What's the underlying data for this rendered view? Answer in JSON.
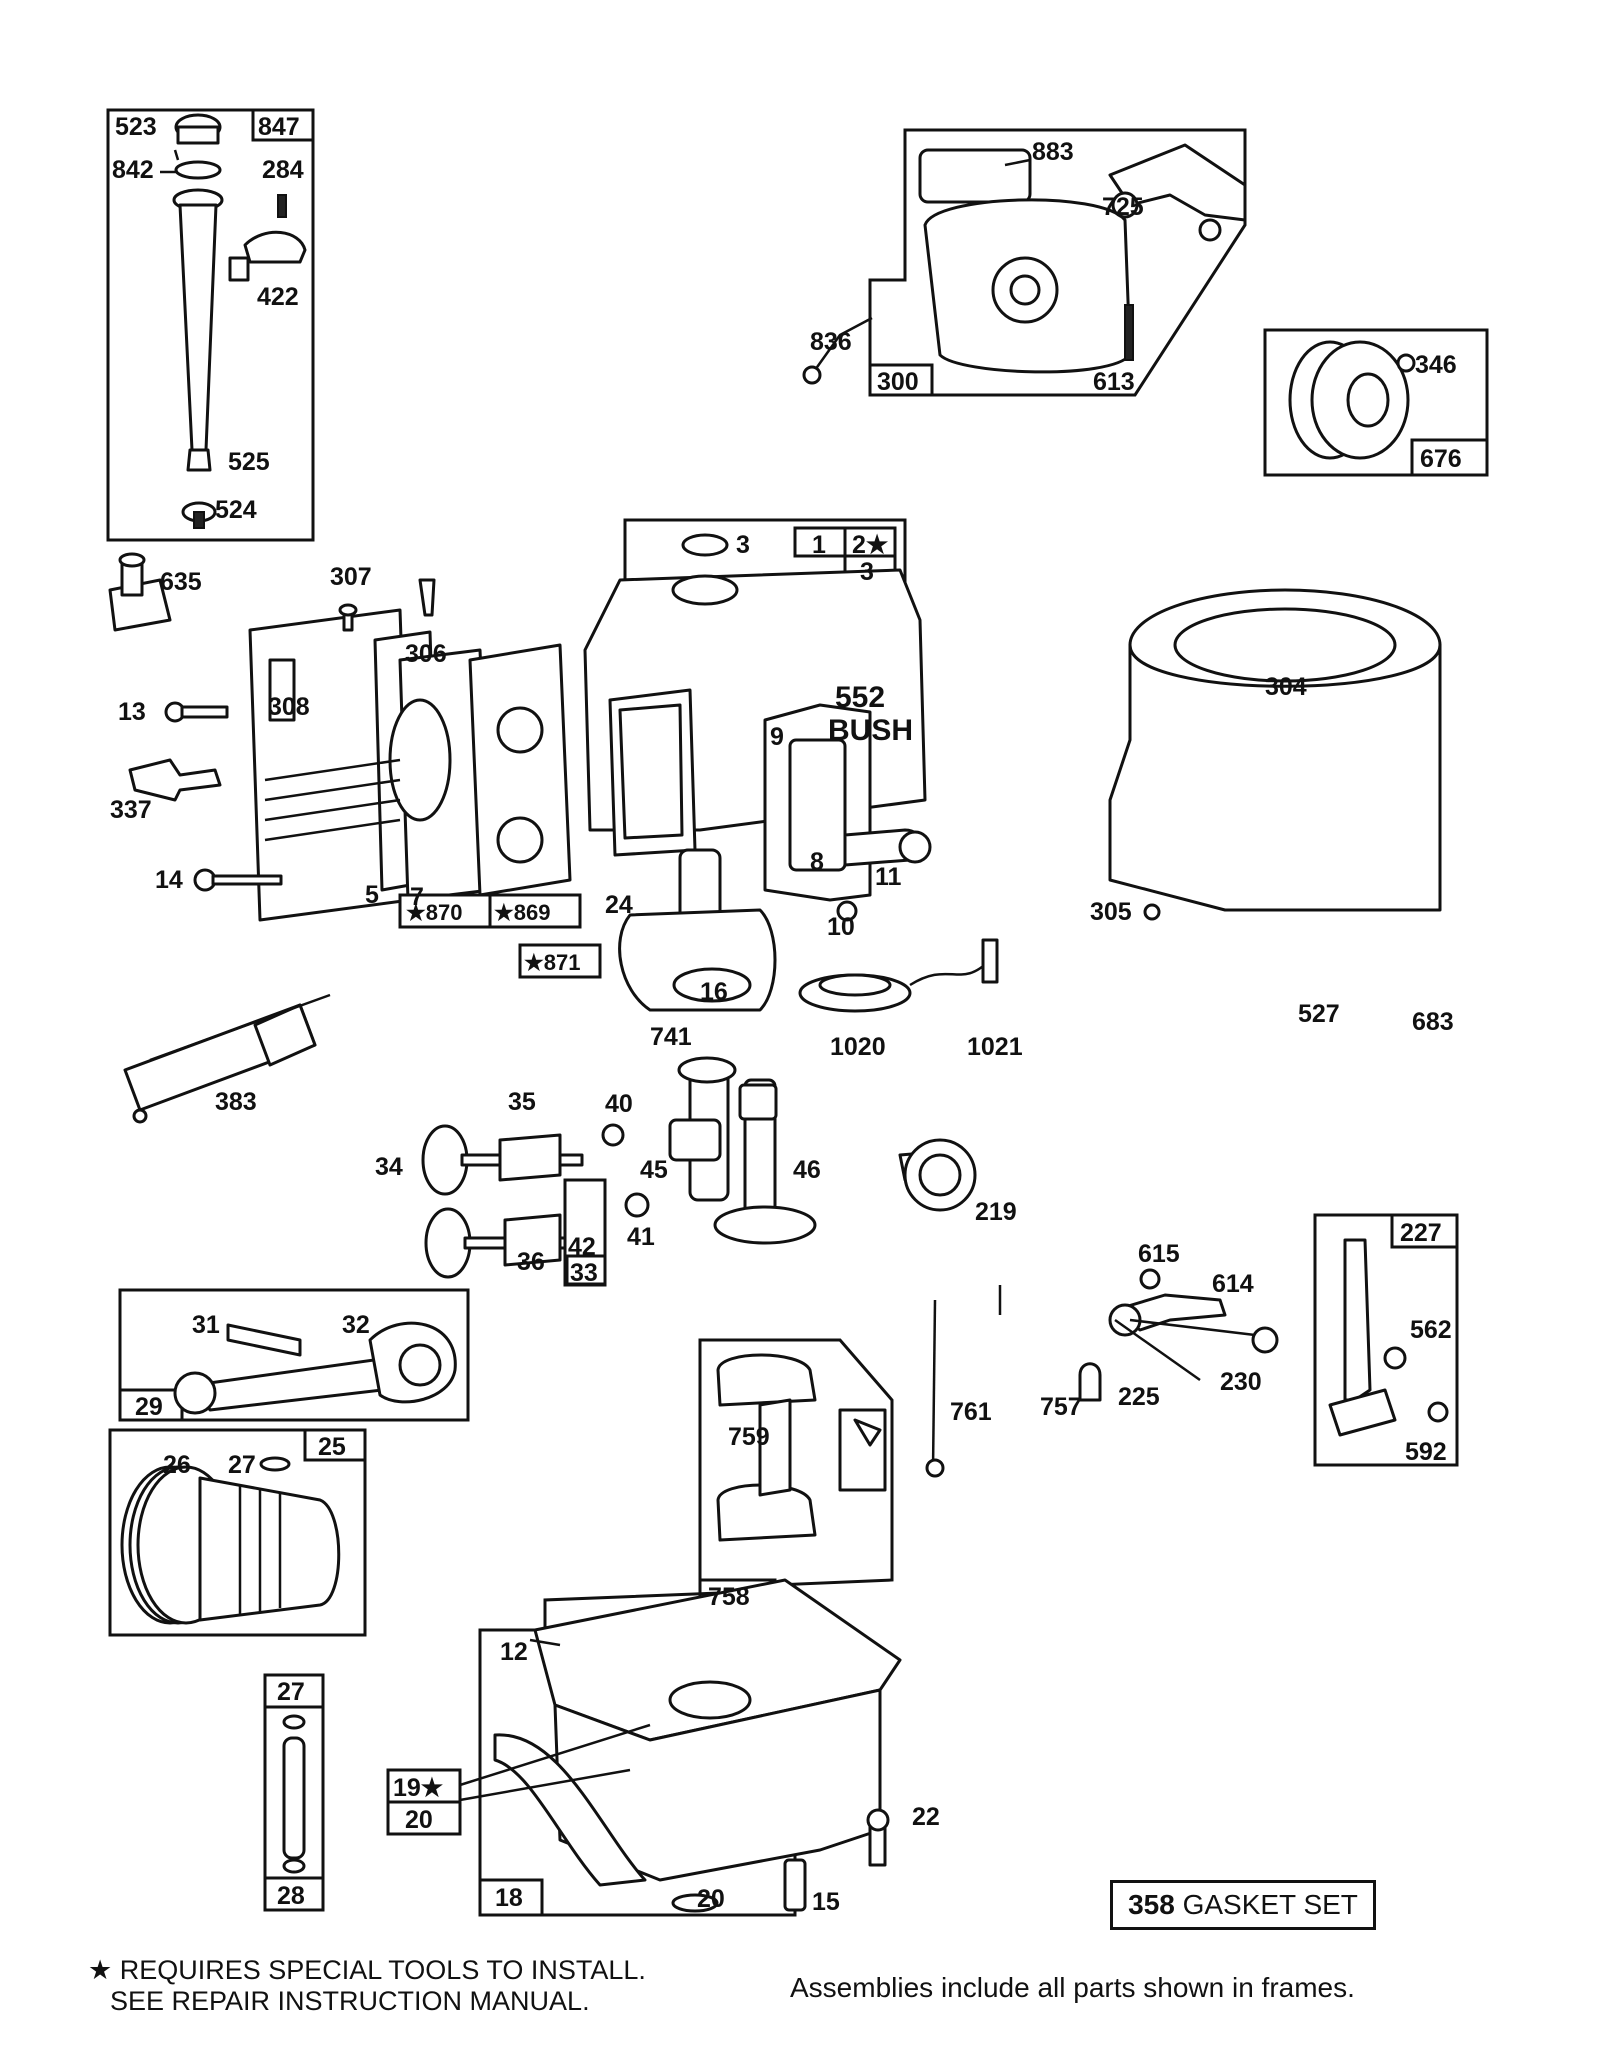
{
  "diagram": {
    "callouts": [
      "523",
      "847",
      "842",
      "284",
      "422",
      "525",
      "524",
      "883",
      "725",
      "836",
      "300",
      "613",
      "346",
      "676",
      "3",
      "1",
      "2★",
      "3",
      "635",
      "307",
      "306",
      "308",
      "13",
      "337",
      "14",
      "5",
      "7",
      "552",
      "BUSH",
      "9",
      "11",
      "8",
      "24",
      "10",
      "★870",
      "★869",
      "★871",
      "304",
      "305",
      "16",
      "1020",
      "1021",
      "527",
      "683",
      "383",
      "741",
      "35",
      "40",
      "34",
      "45",
      "46",
      "36",
      "42",
      "33",
      "41",
      "219",
      "31",
      "32",
      "29",
      "26",
      "27",
      "25",
      "227",
      "615",
      "614",
      "562",
      "225",
      "230",
      "592",
      "761",
      "757",
      "759",
      "758",
      "12",
      "27",
      "19★",
      "20",
      "22",
      "18",
      "20",
      "15",
      "28"
    ],
    "gasket_number": "358",
    "gasket_text": "GASKET SET"
  },
  "footer": {
    "note_line1": "★ REQUIRES SPECIAL TOOLS TO INSTALL.",
    "note_line2": "SEE REPAIR INSTRUCTION MANUAL.",
    "assemblies_note": "Assemblies include all parts shown in frames."
  }
}
